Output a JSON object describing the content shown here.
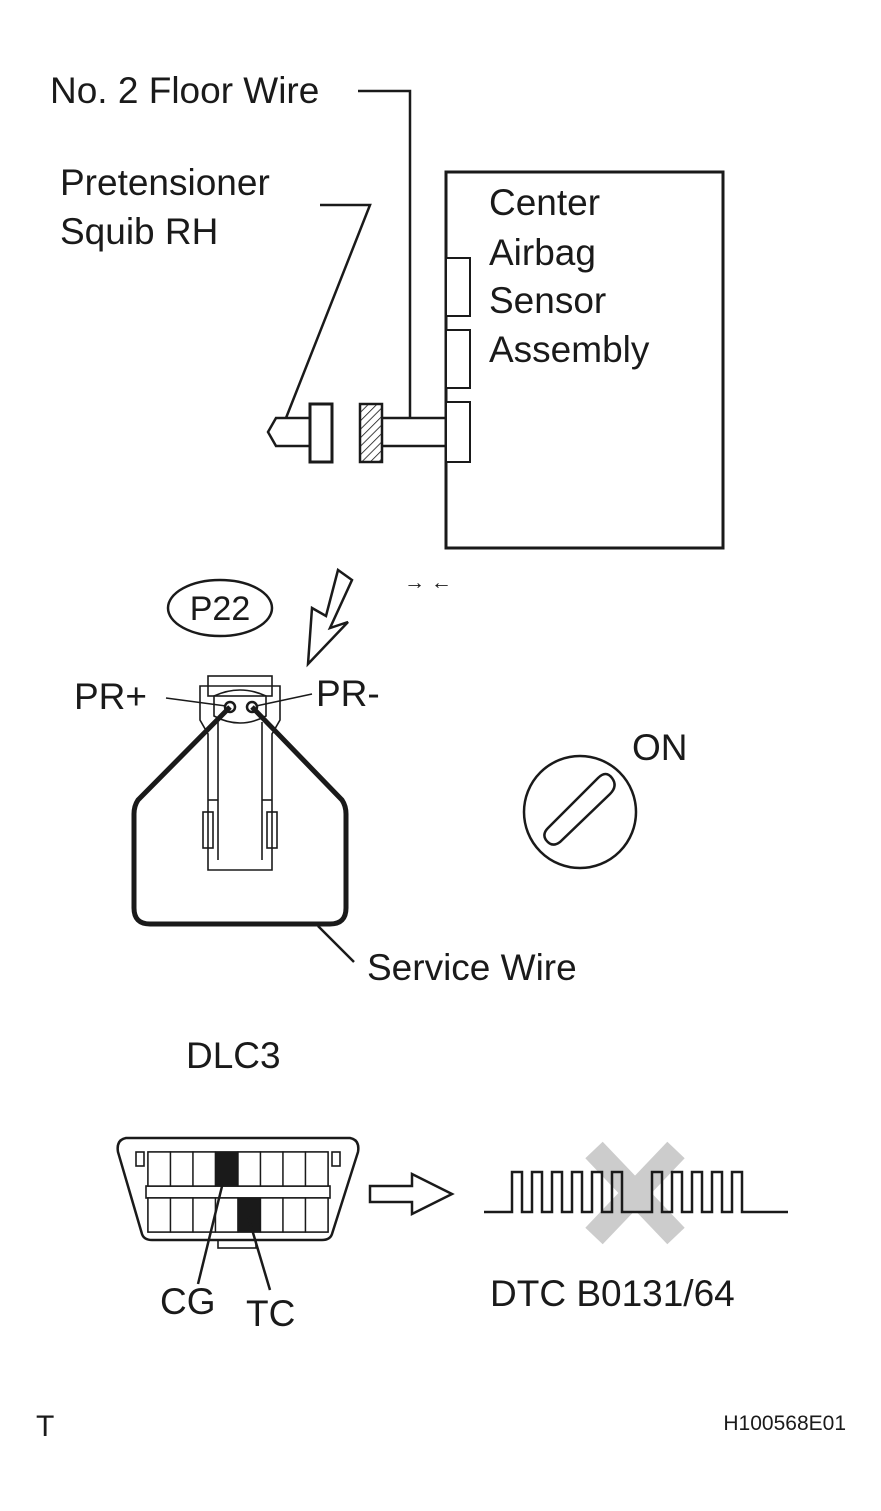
{
  "labels": {
    "floor_wire": "No. 2 Floor Wire",
    "squib_line1": "Pretensioner",
    "squib_line2": "Squib RH",
    "sensor_line1": "Center",
    "sensor_line2": "Airbag",
    "sensor_line3": "Sensor",
    "sensor_line4": "Assembly",
    "disconnect_symbol": "→ ←",
    "connector_code": "P22",
    "terminal_plus": "PR+",
    "terminal_minus": "PR-",
    "ignition_state": "ON",
    "service_wire": "Service Wire",
    "dlc": "DLC3",
    "pin_cg": "CG",
    "pin_tc": "TC",
    "dtc": "DTC B0131/64",
    "corner_mark": "T",
    "figure_id": "H100568E01"
  },
  "colors": {
    "line": "#1a1a1a",
    "cross_mark": "#cccccc",
    "background": "#ffffff"
  },
  "icons": {
    "ignition": "ignition-key-icon",
    "arrow": "hollow-arrow-icon",
    "cross": "cross-mark-icon"
  }
}
